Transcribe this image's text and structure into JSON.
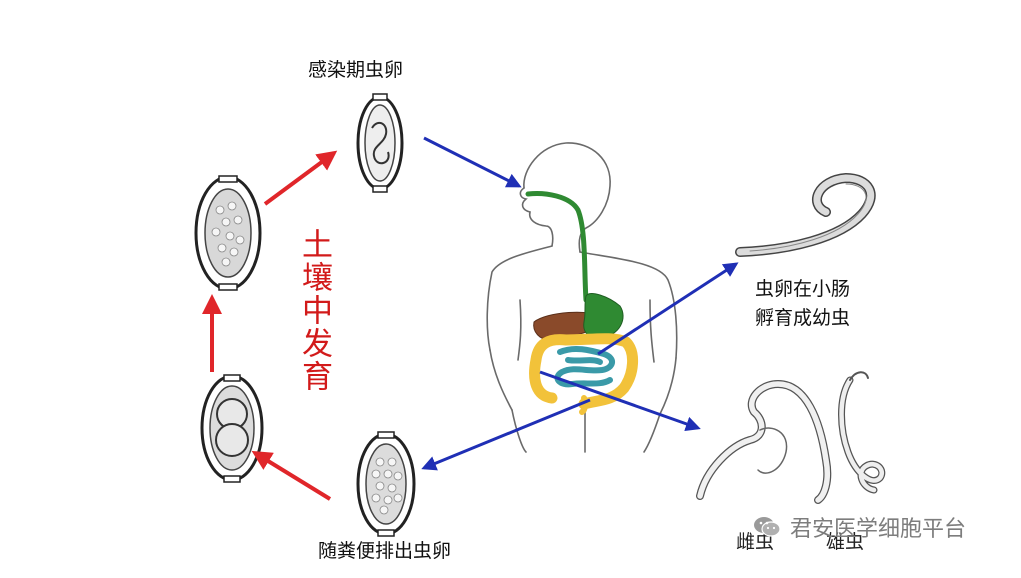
{
  "labels": {
    "infective_egg": "感染期虫卵",
    "soil_development": "土壤中发育",
    "hatch_line1": "虫卵在小肠",
    "hatch_line2": "孵育成幼虫",
    "eggs_passed": "随粪便排出虫卵",
    "female_worm": "雌虫",
    "male_worm": "雄虫"
  },
  "watermark": {
    "text": "君安医学细胞平台",
    "icon": "wechat-icon"
  },
  "colors": {
    "red_arrow": "#e0262a",
    "blue_arrow": "#1f2fb5",
    "soil_text": "#d21a1a",
    "esophagus_stomach": "#2f8a32",
    "liver": "#8a4a2a",
    "large_intestine": "#f2c23a",
    "small_intestine": "#3a9aa8",
    "outline": "#555555"
  }
}
